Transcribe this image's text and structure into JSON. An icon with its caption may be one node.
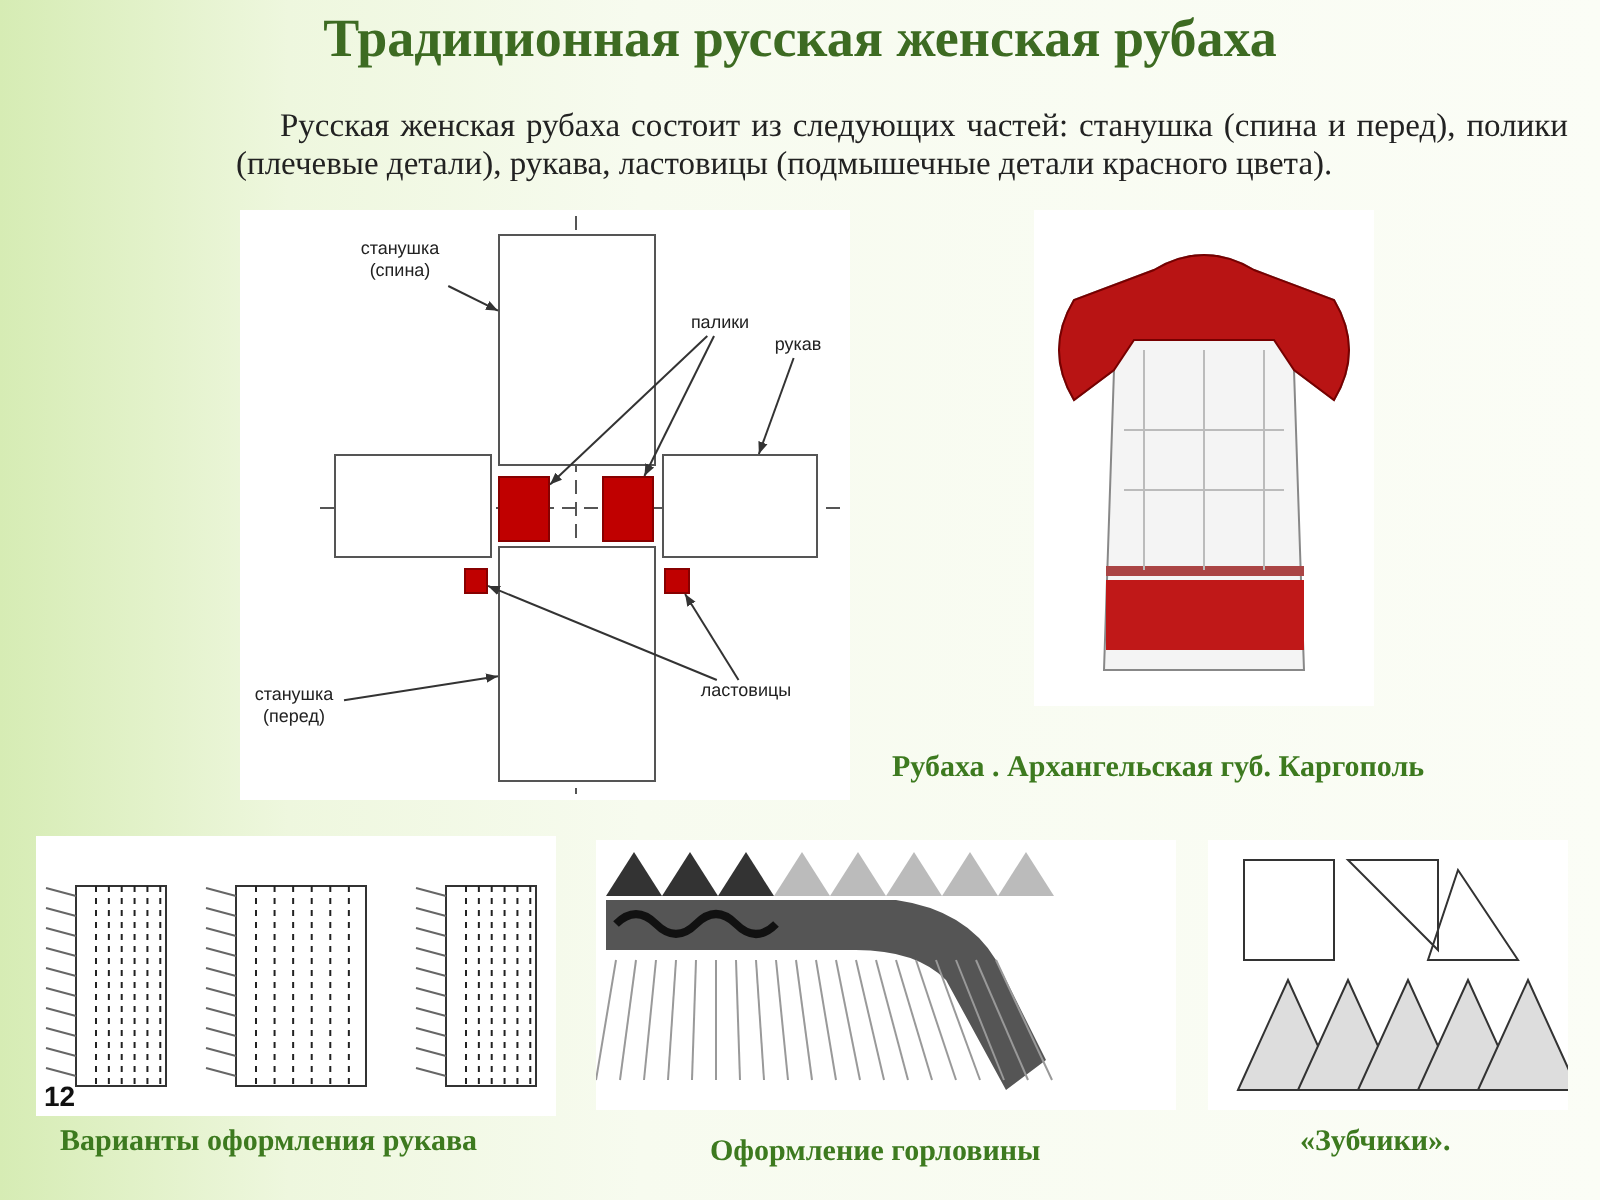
{
  "diagram": {
    "title": "Традиционная русская женская рубаха",
    "nodes": [
      {
        "text": [
          "станушка (спина)"
        ]
      },
      {
        "text": [],
        "shape": "box"
      },
      {
        "text": [
          "палики"
        ]
      },
      {
        "text": [],
        "shape": "box"
      },
      {
        "text": [],
        "shape": "box"
      },
      {
        "text": [
          "рукав"
        ]
      },
      {
        "text": [],
        "shape": "box"
      },
      {
        "text": [],
        "shape": "box"
      },
      {
        "text": [],
        "shape": "box"
      },
      {
        "text": [
          "станушка (перед)"
        ]
      },
      {
        "text": [],
        "shape": "box"
      },
      {
        "text": [
          "ластовицы"
        ]
      },
      {
        "text": [],
        "shape": "box"
      }
    ],
    "edges": [
      {
        "from": 0,
        "to": 1,
        "arrow": "to"
      },
      {
        "from": 2,
        "to": 3,
        "arrow": "to"
      },
      {
        "from": 2,
        "to": 4,
        "arrow": "to"
      },
      {
        "from": 5,
        "to": 6,
        "arrow": "to"
      },
      {
        "from": 9,
        "to": 10,
        "arrow": "to"
      },
      {
        "from": 11,
        "to": 8,
        "arrow": "to"
      },
      {
        "from": 11,
        "to": 12,
        "arrow": "to"
      }
    ],
    "labels": [
      "Русская женская рубаха состоит из следующих частей: станушка (спина и перед), полики (плечевые детали), рукава, ластовицы (подмышечные детали красного цвета).",
      "Рубаха . Архангельская губ. Каргополь",
      "12",
      "Варианты оформления рукава",
      "Оформление горловины",
      "«Зубчики»."
    ]
  }
}
